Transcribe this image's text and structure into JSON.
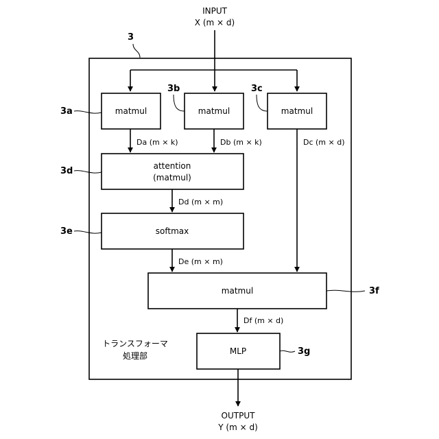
{
  "input": {
    "line1": "INPUT",
    "line2": "X (m × d)"
  },
  "output": {
    "line1": "OUTPUT",
    "line2": "Y (m × d)"
  },
  "unit": {
    "ref": "3",
    "name_line1": "トランスフォーマ",
    "name_line2": "処理部"
  },
  "blocks": {
    "a": {
      "ref": "3a",
      "label": "matmul"
    },
    "b": {
      "ref": "3b",
      "label": "matmul"
    },
    "c": {
      "ref": "3c",
      "label": "matmul"
    },
    "d": {
      "ref": "3d",
      "label_line1": "attention",
      "label_line2": "(matmul)"
    },
    "e": {
      "ref": "3e",
      "label": "softmax"
    },
    "f": {
      "ref": "3f",
      "label": "matmul"
    },
    "g": {
      "ref": "3g",
      "label": "MLP"
    }
  },
  "edges": {
    "da": "Da (m × k)",
    "db": "Db (m × k)",
    "dc": "Dc (m × d)",
    "dd": "Dd (m × m)",
    "de": "De (m × m)",
    "df": "Df (m × d)"
  }
}
